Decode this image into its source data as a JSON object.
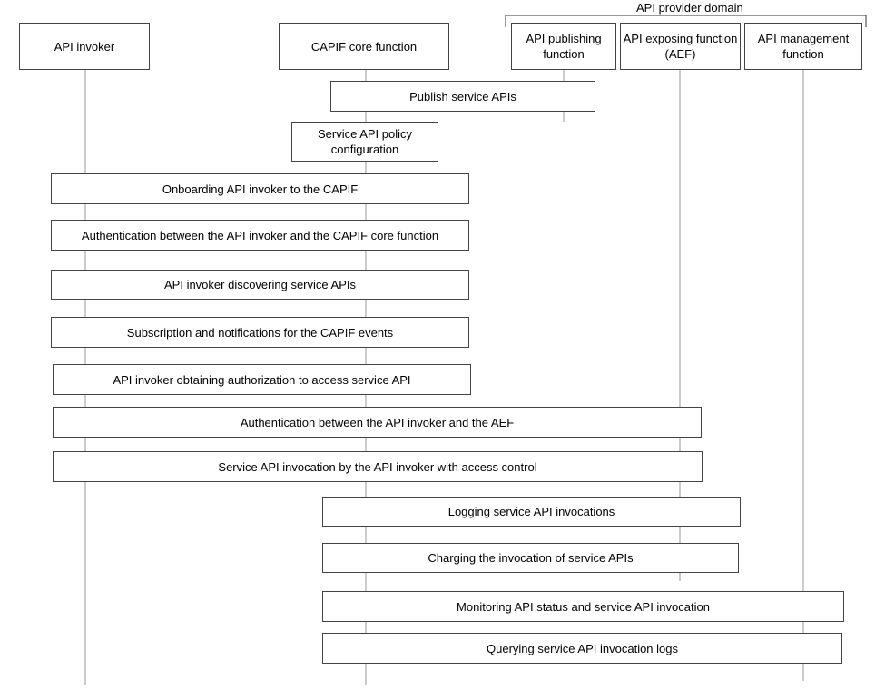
{
  "domain": {
    "label": "API provider domain"
  },
  "entities": {
    "invoker": "API invoker",
    "core": "CAPIF core function",
    "publishing": "API publishing function",
    "exposing": "API exposing function (AEF)",
    "management": "API management function"
  },
  "steps": [
    "Publish service APIs",
    "Service API policy configuration",
    "Onboarding API invoker to the CAPIF",
    "Authentication between the API invoker and the CAPIF core function",
    "API invoker discovering service APIs",
    "Subscription and notifications for the CAPIF events",
    "API invoker obtaining authorization to access service API",
    "Authentication between the API invoker and the AEF",
    "Service API invocation by the API invoker with access control",
    "Logging service API invocations",
    "Charging the invocation of service APIs",
    "Monitoring API status and service API invocation",
    "Querying service API invocation logs"
  ]
}
